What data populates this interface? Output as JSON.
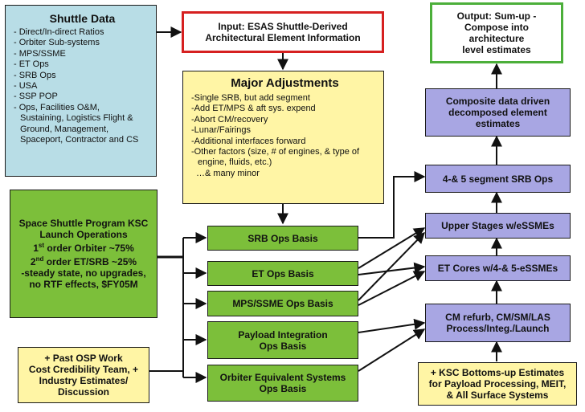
{
  "shuttle_data": {
    "title": "Shuttle Data",
    "items": [
      "- Direct/In-direct Ratios",
      "- Orbiter Sub-systems",
      "- MPS/SSME",
      "- ET Ops",
      "- SRB Ops",
      "- USA",
      "- SSP POP",
      "- Ops, Facilities O&M,",
      "Sustaining, Logistics Flight &",
      "Ground, Management,",
      "Spaceport, Contractor and CS"
    ]
  },
  "input_box": {
    "line1": "Input: ESAS Shuttle-Derived",
    "line2": "Architectural Element Information"
  },
  "output_box": {
    "lines": [
      "Output: Sum-up -",
      "Compose into",
      "architecture",
      "level estimates"
    ]
  },
  "major_adjustments": {
    "title": "Major Adjustments",
    "items": [
      "-Single SRB, but add segment",
      "-Add ET/MPS & aft sys. expend",
      "-Abort CM/recovery",
      "-Lunar/Fairings",
      "-Additional interfaces forward",
      "-Other factors (size, # of engines, & type of",
      "engine, fluids, etc.)",
      "…& many minor"
    ]
  },
  "ksc_launch_ops": {
    "line1": "Space Shuttle Program KSC",
    "line2": "Launch Operations",
    "line3_pre": "1",
    "line3_sup": "st",
    "line3_post": " order Orbiter ~75%",
    "line4_pre": "2",
    "line4_sup": "nd",
    "line4_post": " order ET/SRB ~25%",
    "line5": "-steady state, no upgrades,",
    "line6": "no RTF effects, $FY05M"
  },
  "past_osp": {
    "lines": [
      "+ Past OSP Work",
      "Cost Credibility Team, +",
      "Industry Estimates/",
      "Discussion"
    ]
  },
  "ops_basis": {
    "srb": "SRB Ops Basis",
    "et": "ET Ops Basis",
    "mps": "MPS/SSME Ops Basis",
    "payload_1": "Payload Integration",
    "payload_2": "Ops Basis",
    "orbiter_1": "Orbiter Equivalent Systems",
    "orbiter_2": "Ops Basis"
  },
  "right_column": {
    "composite_1": "Composite data driven",
    "composite_2": "decomposed element",
    "composite_3": "estimates",
    "srb_ops": "4-& 5 segment SRB Ops",
    "upper_stages": "Upper Stages w/eSSMEs",
    "et_cores": "ET Cores w/4-& 5-eSSMEs",
    "cm_1": "CM refurb, CM/SM/LAS",
    "cm_2": "Process/Integ./Launch"
  },
  "ksc_bottoms_up": {
    "lines": [
      "+ KSC Bottoms-up Estimates",
      "for Payload Processing, MEIT,",
      "& All Surface Systems"
    ]
  },
  "colors": {
    "light_blue": "#b8dde6",
    "yellow": "#fff5a5",
    "green": "#7cbf3a",
    "purple": "#a8a6e3",
    "input_border": "#d62020",
    "output_border": "#4caf3a"
  }
}
